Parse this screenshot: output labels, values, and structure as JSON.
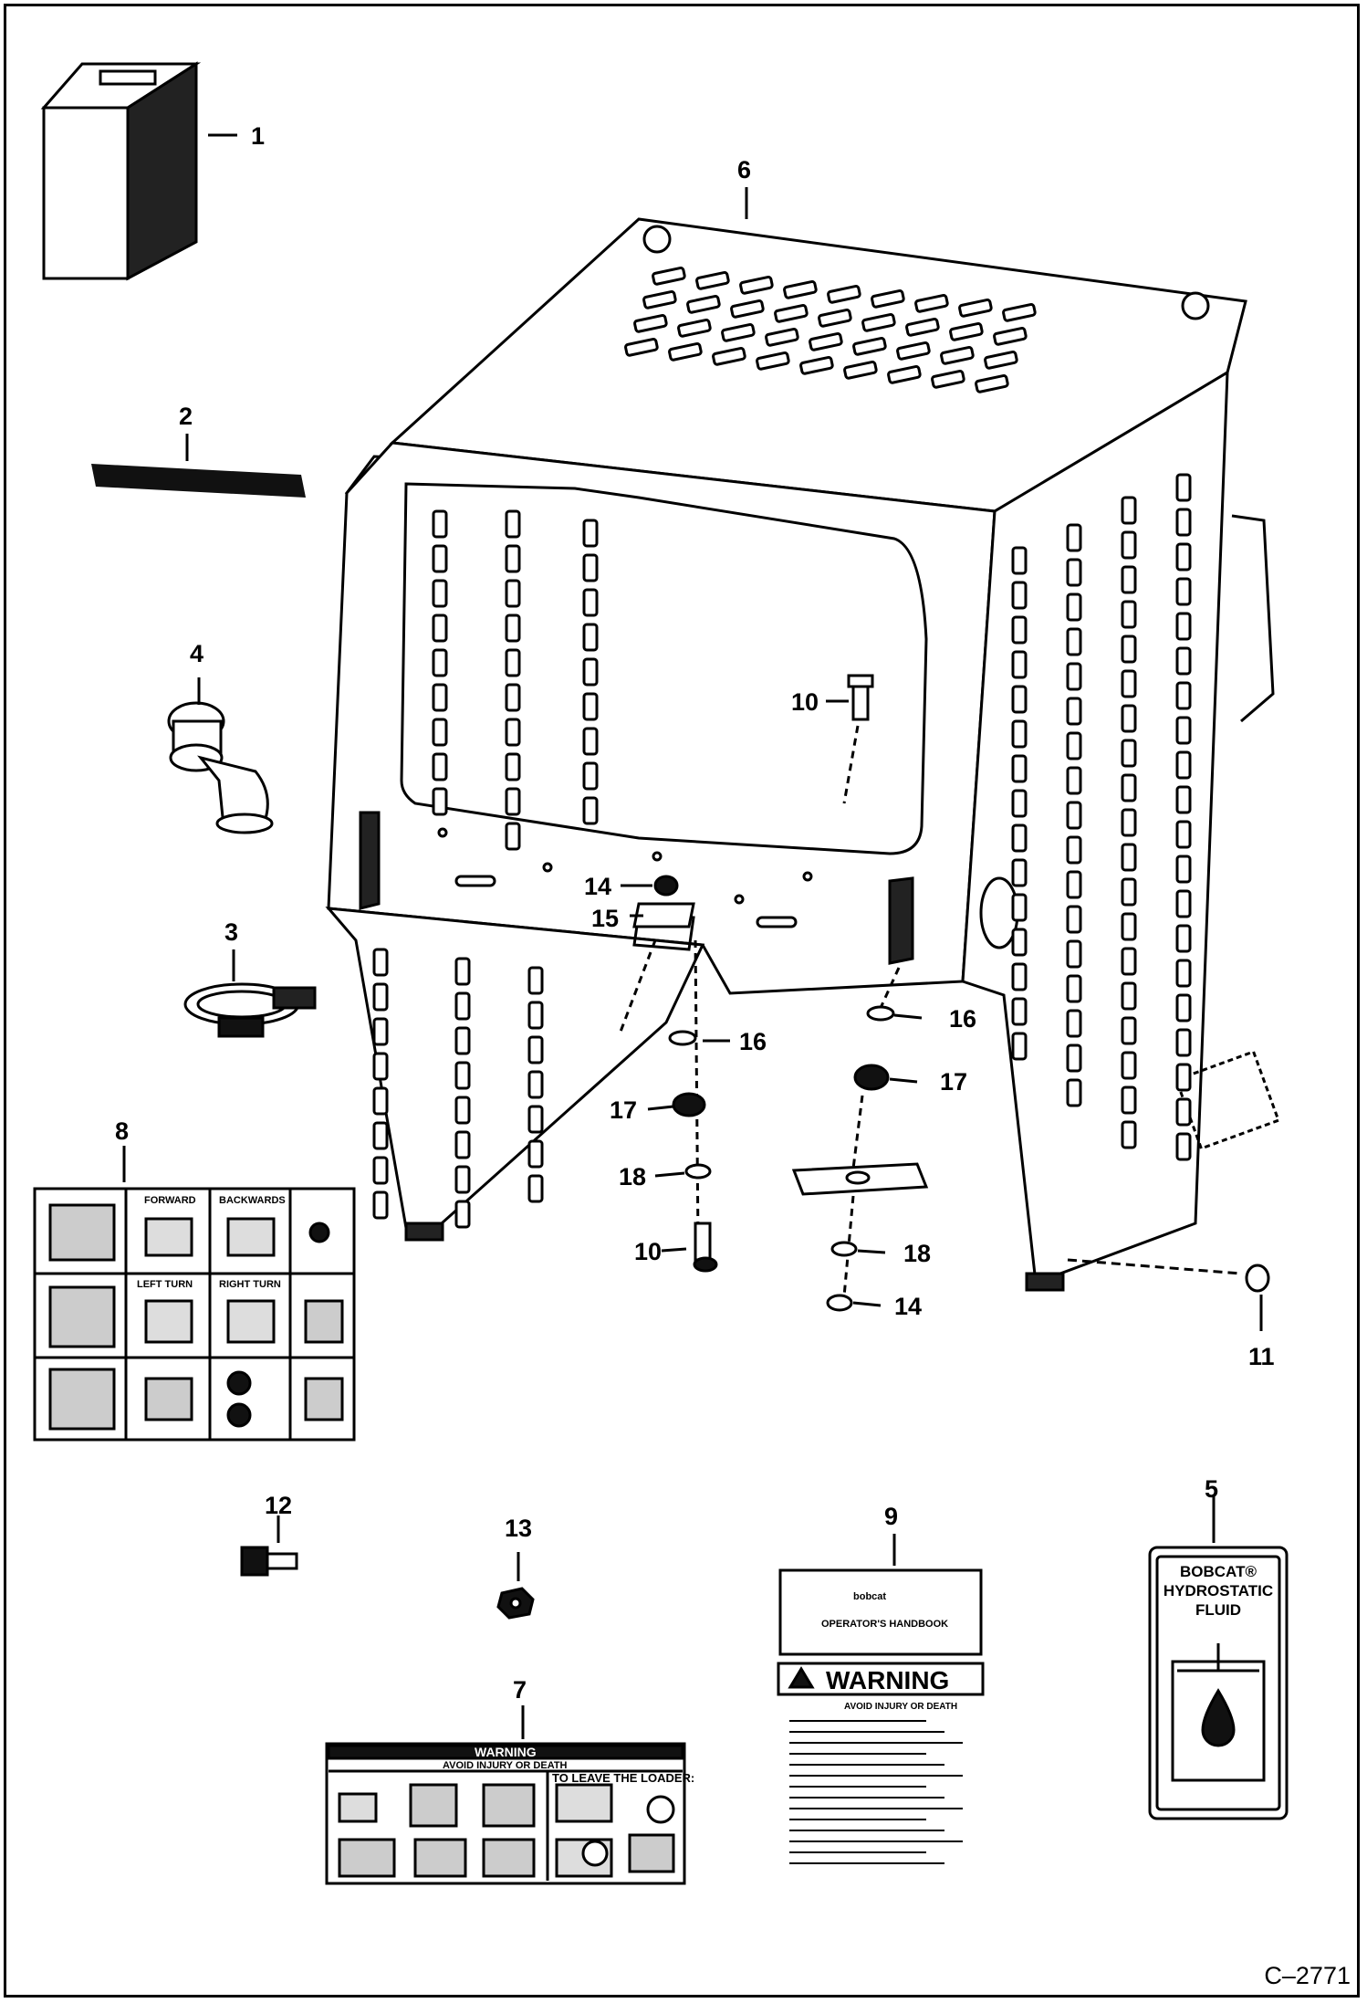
{
  "figure_id": "C–2771",
  "callouts": {
    "c1": "1",
    "c2": "2",
    "c3": "3",
    "c4": "4",
    "c5": "5",
    "c6": "6",
    "c7": "7",
    "c8": "8",
    "c9": "9",
    "c10a": "10",
    "c10b": "10",
    "c11": "11",
    "c12": "12",
    "c13": "13",
    "c14a": "14",
    "c14b": "14",
    "c15": "15",
    "c16a": "16",
    "c16b": "16",
    "c17a": "17",
    "c17b": "17",
    "c18a": "18",
    "c18b": "18"
  },
  "decal_5": {
    "line1": "BOBCAT®",
    "line2": "HYDROSTATIC",
    "line3": "FLUID"
  },
  "decal_7": {
    "warning": "WARNING",
    "avoid": "AVOID INJURY OR DEATH",
    "leave": "TO LEAVE THE LOADER:"
  },
  "decal_8": {
    "forward": "FORWARD",
    "backwards": "BACKWARDS",
    "left_turn": "LEFT TURN",
    "right_turn": "RIGHT TURN"
  },
  "decal_9": {
    "brand": "bobcat",
    "handbook": "OPERATOR'S HANDBOOK",
    "warning": "WARNING",
    "avoid": "AVOID INJURY OR DEATH"
  }
}
